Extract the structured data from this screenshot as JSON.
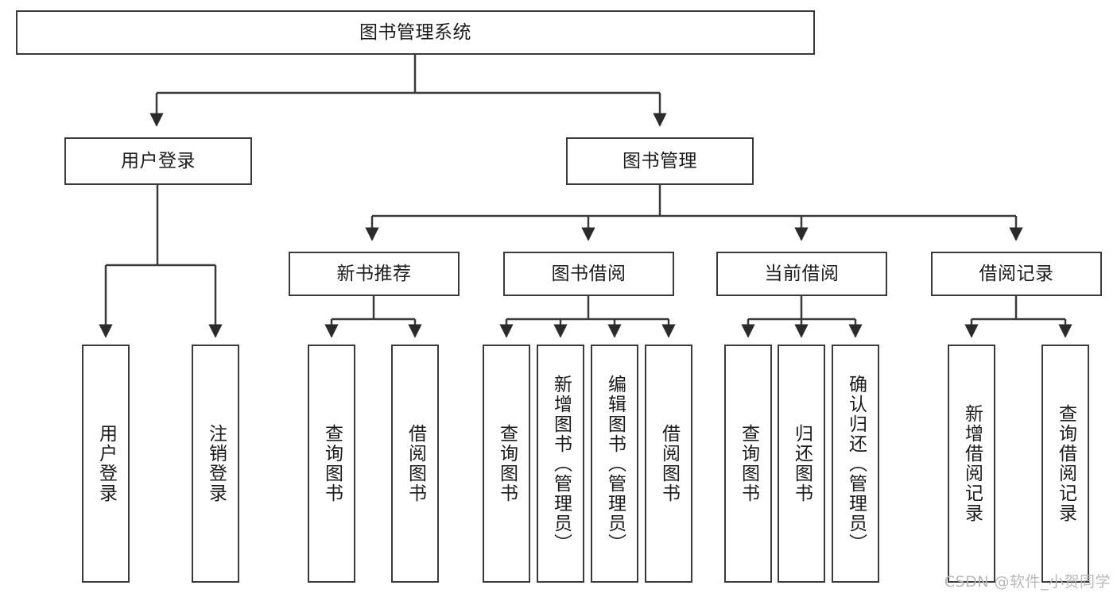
{
  "diagram": {
    "type": "tree",
    "title": "图书管理系统",
    "root": {
      "label": "图书管理系统"
    },
    "level1": [
      {
        "label": "用户登录"
      },
      {
        "label": "图书管理"
      }
    ],
    "level2": [
      {
        "label": "新书推荐"
      },
      {
        "label": "图书借阅"
      },
      {
        "label": "当前借阅"
      },
      {
        "label": "借阅记录"
      }
    ],
    "leaves": {
      "user_login": [
        {
          "label": "用户登录"
        },
        {
          "label": "注销登录"
        }
      ],
      "new_book_recommend": [
        {
          "label": "查询图书"
        },
        {
          "label": "借阅图书"
        }
      ],
      "book_borrow": [
        {
          "label": "查询图书"
        },
        {
          "label": "新增图书（管理员）"
        },
        {
          "label": "编辑图书（管理员）"
        },
        {
          "label": "借阅图书"
        }
      ],
      "current_borrow": [
        {
          "label": "查询图书"
        },
        {
          "label": "归还图书"
        },
        {
          "label": "确认归还（管理员）"
        }
      ],
      "borrow_record": [
        {
          "label": "新增借阅记录"
        },
        {
          "label": "查询借阅记录"
        }
      ]
    }
  },
  "watermark": {
    "text": "CSDN @软件_小贺同学"
  },
  "colors": {
    "stroke": "#3a3a3a",
    "text": "#1b1b1b",
    "background": "#ffffff",
    "watermark": "#b9b9b9"
  }
}
